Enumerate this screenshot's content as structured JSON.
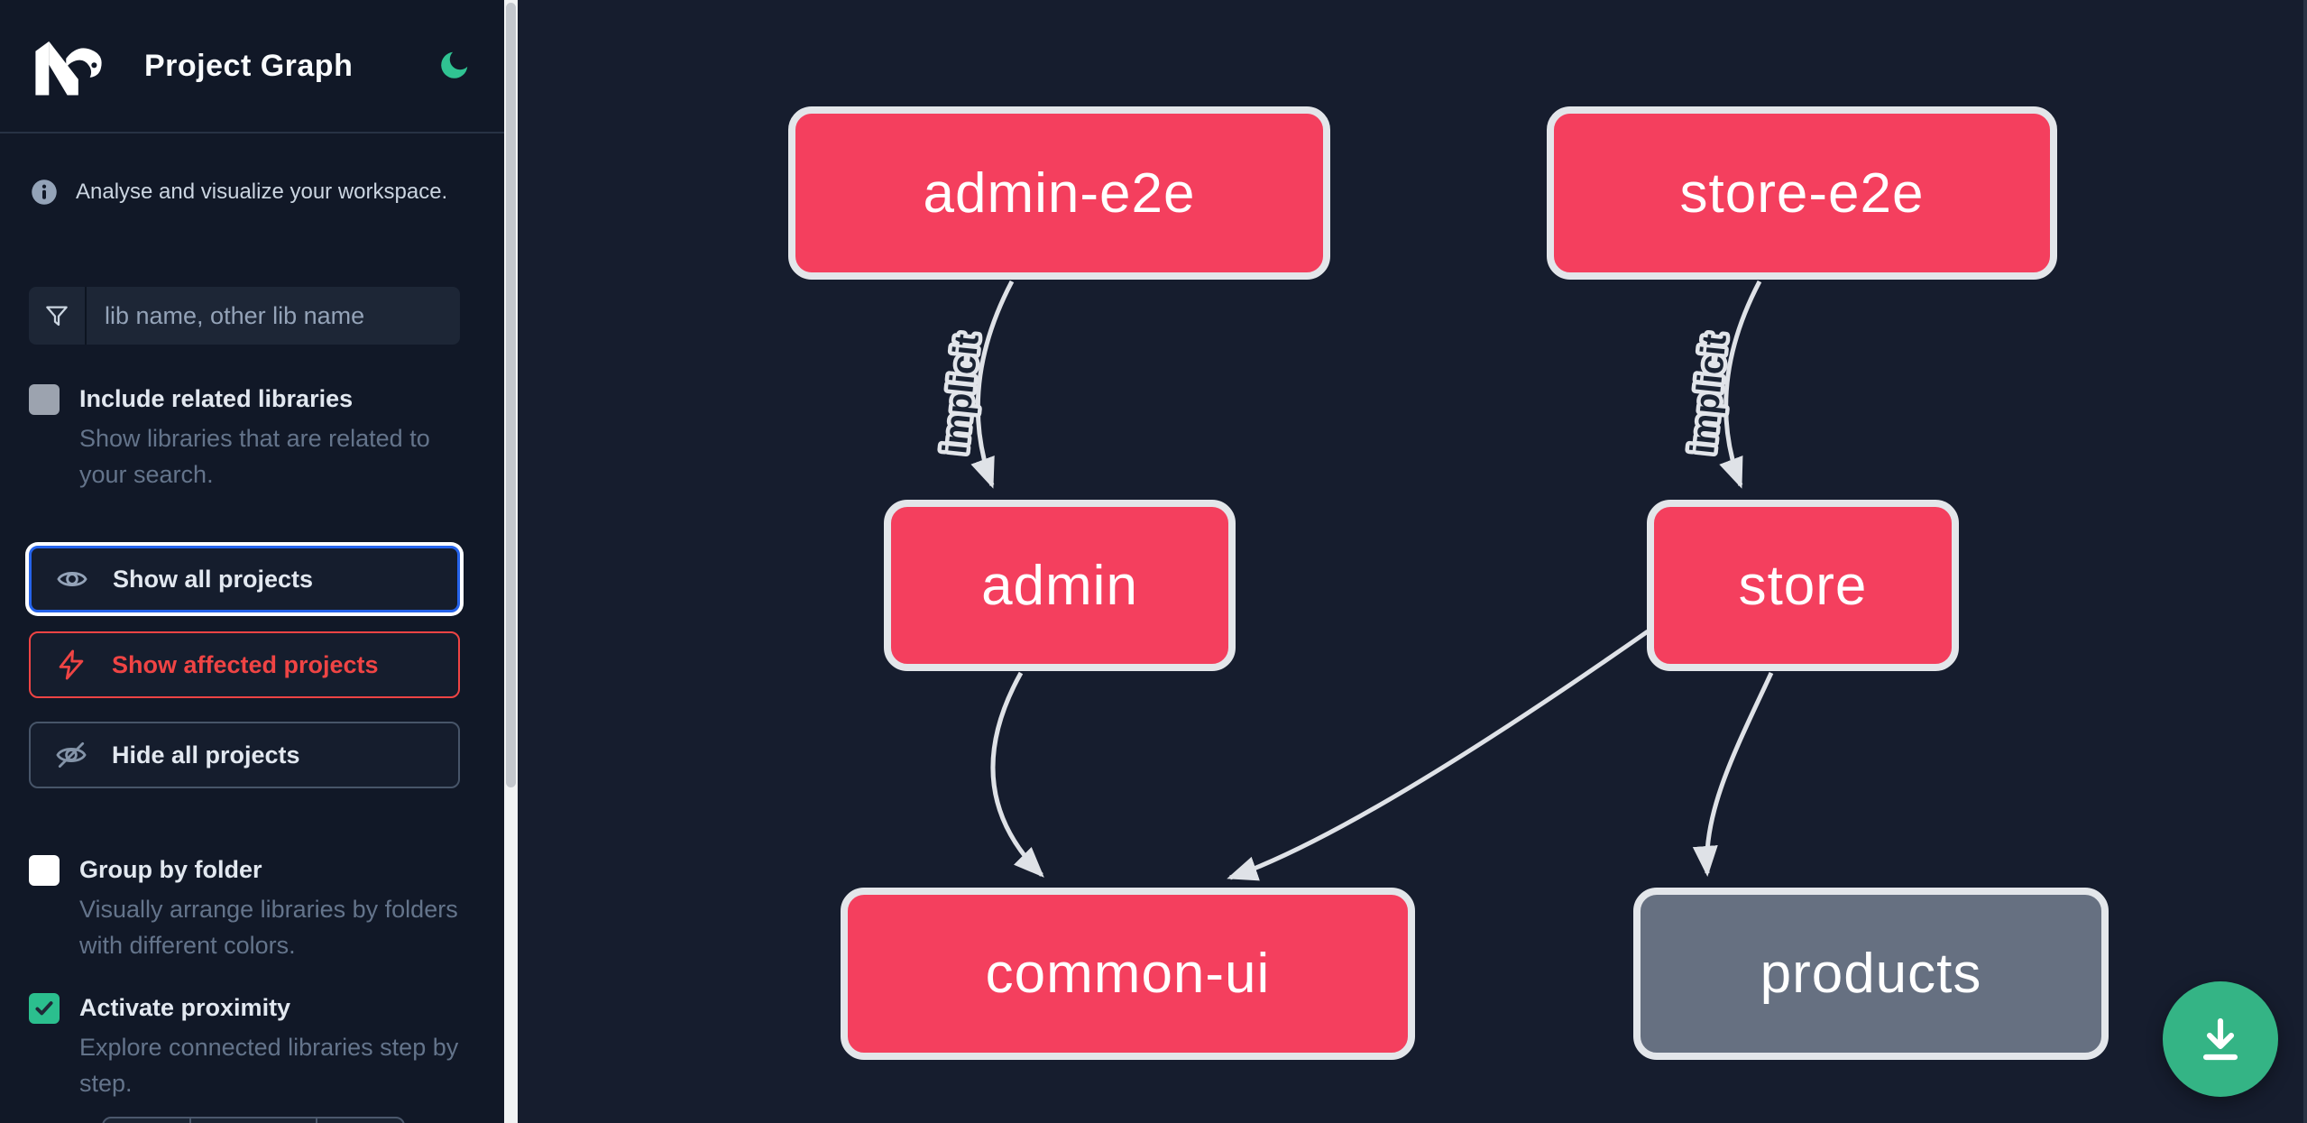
{
  "header": {
    "logo": "Nx",
    "title": "Project Graph",
    "theme_toggle_icon": "moon-icon"
  },
  "sidebar": {
    "tagline": "Analyse and visualize your workspace.",
    "search": {
      "placeholder": "lib name, other lib name",
      "icon": "funnel-icon"
    },
    "toggles": [
      {
        "label": "Include related libraries",
        "description": "Show libraries that are related to your search.",
        "checked": false
      },
      {
        "label": "Group by folder",
        "description": "Visually arrange libraries by folders with different colors.",
        "checked": false
      },
      {
        "label": "Activate proximity",
        "description": "Explore connected libraries step by step.",
        "checked": true
      }
    ],
    "actions": [
      {
        "label": "Show all projects",
        "icon": "eye-icon",
        "state": "focused"
      },
      {
        "label": "Show affected projects",
        "icon": "bolt-icon",
        "state": "affected"
      },
      {
        "label": "Hide all projects",
        "icon": "eye-off-icon",
        "state": "default"
      }
    ]
  },
  "graph": {
    "nodes": [
      {
        "id": "admin-e2e",
        "label": "admin-e2e",
        "color": "#f43f5e"
      },
      {
        "id": "store-e2e",
        "label": "store-e2e",
        "color": "#f43f5e"
      },
      {
        "id": "admin",
        "label": "admin",
        "color": "#f43f5e"
      },
      {
        "id": "store",
        "label": "store",
        "color": "#f43f5e"
      },
      {
        "id": "common-ui",
        "label": "common-ui",
        "color": "#f43f5e"
      },
      {
        "id": "products",
        "label": "products",
        "color": "#667081"
      }
    ],
    "edges": [
      {
        "from": "admin-e2e",
        "to": "admin",
        "label": "implicit"
      },
      {
        "from": "store-e2e",
        "to": "store",
        "label": "implicit"
      },
      {
        "from": "admin",
        "to": "common-ui",
        "label": ""
      },
      {
        "from": "store",
        "to": "common-ui",
        "label": ""
      },
      {
        "from": "store",
        "to": "products",
        "label": ""
      }
    ]
  },
  "fab": {
    "icon": "download-icon"
  },
  "colors": {
    "sidebar_bg": "#111827",
    "canvas_bg": "#161d2e",
    "node_pink": "#f43f5e",
    "node_gray": "#667081",
    "node_border": "#e3e6ea",
    "edge": "#dfe2e7",
    "accent_green": "#34b485",
    "focus_blue": "#2563eb",
    "affected_red": "#ef4444"
  }
}
